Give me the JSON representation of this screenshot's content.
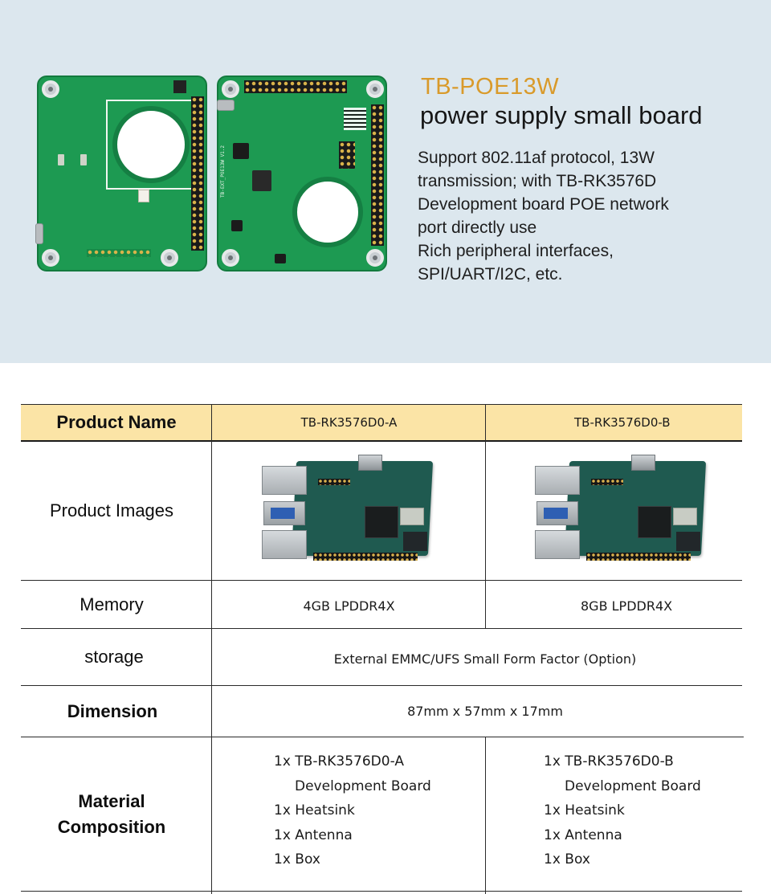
{
  "hero": {
    "title": "TB-POE13W",
    "subtitle": "power supply small board",
    "description_lines": [
      "Support 802.11af protocol, 13W",
      "transmission; with TB-RK3576D",
      "Development board POE network",
      "port directly use",
      "Rich peripheral interfaces,",
      "SPI/UART/I2C, etc."
    ],
    "board_silkscreen": "TB-EXT_POE13W V1.2",
    "colors": {
      "background": "#dce7ee",
      "title": "#d99a2a",
      "pcb": "#1d9a52"
    }
  },
  "table": {
    "header": {
      "label": "Product Name",
      "models": [
        "TB-RK3576D0-A",
        "TB-RK3576D0-B"
      ]
    },
    "rows": {
      "images": {
        "label": "Product Images"
      },
      "memory": {
        "label": "Memory",
        "values": [
          "4GB LPDDR4X",
          "8GB LPDDR4X"
        ]
      },
      "storage": {
        "label": "storage",
        "value": "External EMMC/UFS Small Form Factor (Option)"
      },
      "dimension": {
        "label": "Dimension",
        "value": "87mm x 57mm x 17mm"
      },
      "material": {
        "label_lines": [
          "Material",
          "Composition"
        ],
        "a": [
          "1x TB-RK3576D0-A",
          "Development Board",
          "1x Heatsink",
          "1x Antenna",
          "1x Box"
        ],
        "b": [
          "1x TB-RK3576D0-B",
          "Development Board",
          "1x Heatsink",
          "1x Antenna",
          "1x Box"
        ]
      }
    },
    "colors": {
      "header_band": "#fbe4a6"
    }
  }
}
